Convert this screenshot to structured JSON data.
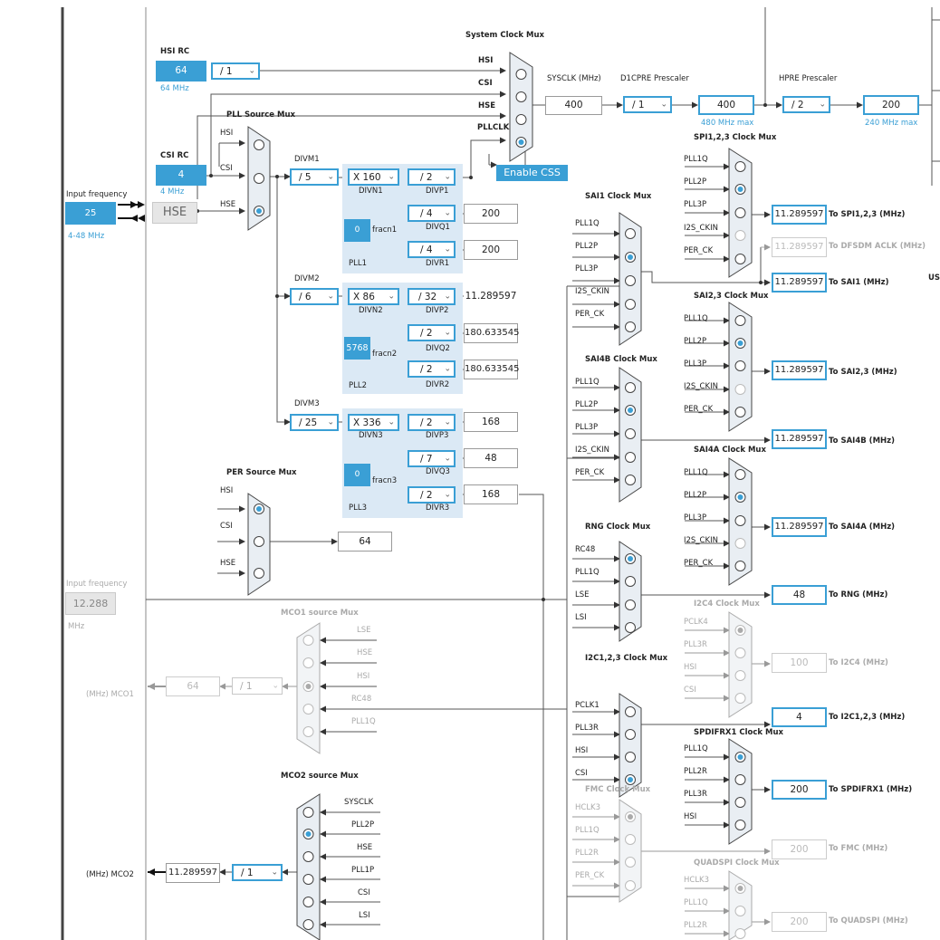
{
  "colors": {
    "accent": "#3a9fd5",
    "pll_bg": "#dbe9f5",
    "disabled": "#aaaaaa"
  },
  "sources": {
    "hsi_rc": {
      "label": "HSI RC",
      "value": "64",
      "freq": "64 MHz",
      "divider": "/ 1"
    },
    "csi_rc": {
      "label": "CSI RC",
      "value": "4",
      "freq": "4 MHz"
    },
    "hse": {
      "input_label": "Input frequency",
      "value": "25",
      "range": "4-48 MHz",
      "button": "HSE"
    },
    "ext_input": {
      "label": "Input frequency",
      "value": "12.288",
      "unit": "MHz"
    }
  },
  "system_mux": {
    "title": "System Clock Mux",
    "inputs": [
      "HSI",
      "CSI",
      "HSE",
      "PLLCLK"
    ],
    "enable_css": "Enable CSS"
  },
  "system_chain": {
    "sysclk_label": "SYSCLK (MHz)",
    "sysclk_value": "400",
    "d1cpre_label": "D1CPRE Prescaler",
    "d1cpre_value": "/ 1",
    "cpu_value": "400",
    "cpu_max": "480 MHz max",
    "hpre_label": "HPRE Prescaler",
    "hpre_value": "/ 2",
    "hclk_value": "200",
    "hclk_max": "240 MHz max"
  },
  "pll_mux": {
    "title": "PLL Source Mux",
    "inputs": [
      "HSI",
      "CSI",
      "HSE"
    ]
  },
  "pll1": {
    "divm_label": "DIVM1",
    "divm": "/ 5",
    "divn": "X 160",
    "divn_label": "DIVN1",
    "fracn": "0",
    "fracn_label": "fracn1",
    "name": "PLL1",
    "divp": "/ 2",
    "divp_label": "DIVP1",
    "divq": "/ 4",
    "divq_label": "DIVQ1",
    "divq_out": "200",
    "divr": "/ 4",
    "divr_label": "DIVR1",
    "divr_out": "200"
  },
  "pll2": {
    "divm_label": "DIVM2",
    "divm": "/ 6",
    "divn": "X 86",
    "divn_label": "DIVN2",
    "fracn": "5768",
    "fracn_label": "fracn2",
    "name": "PLL2",
    "divp": "/ 32",
    "divp_label": "DIVP2",
    "divp_out": "11.289597",
    "divq": "/ 2",
    "divq_label": "DIVQ2",
    "divq_out": "180.633545",
    "divr": "/ 2",
    "divr_label": "DIVR2",
    "divr_out": "180.633545"
  },
  "pll3": {
    "divm_label": "DIVM3",
    "divm": "/ 25",
    "divn": "X 336",
    "divn_label": "DIVN3",
    "fracn": "0",
    "fracn_label": "fracn3",
    "name": "PLL3",
    "divp": "/ 2",
    "divp_label": "DIVP3",
    "divp_out": "168",
    "divq": "/ 7",
    "divq_label": "DIVQ3",
    "divq_out": "48",
    "divr": "/ 2",
    "divr_label": "DIVR3",
    "divr_out": "168"
  },
  "per_mux": {
    "title": "PER Source Mux",
    "inputs": [
      "HSI",
      "CSI",
      "HSE"
    ],
    "output": "64"
  },
  "mco1": {
    "title": "MCO1 source Mux",
    "inputs": [
      "LSE",
      "HSE",
      "HSI",
      "RC48",
      "PLL1Q"
    ],
    "value": "64",
    "divider": "/ 1",
    "label": "(MHz) MCO1"
  },
  "mco2": {
    "title": "MCO2 source Mux",
    "inputs": [
      "SYSCLK",
      "PLL2P",
      "HSE",
      "PLL1P",
      "CSI",
      "LSI"
    ],
    "value": "11.289597",
    "divider": "/ 1",
    "label": "(MHz) MCO2"
  },
  "sai1": {
    "title": "SAI1 Clock Mux",
    "inputs": [
      "PLL1Q",
      "PLL2P",
      "PLL3P",
      "I2S_CKIN",
      "PER_CK"
    ]
  },
  "sai4b": {
    "title": "SAI4B Clock Mux",
    "inputs": [
      "PLL1Q",
      "PLL2P",
      "PLL3P",
      "I2S_CKIN",
      "PER_CK"
    ]
  },
  "rng": {
    "title": "RNG Clock Mux",
    "inputs": [
      "RC48",
      "PLL1Q",
      "LSE",
      "LSI"
    ]
  },
  "i2c123": {
    "title": "I2C1,2,3 Clock Mux",
    "inputs": [
      "PCLK1",
      "PLL3R",
      "HSI",
      "CSI"
    ]
  },
  "fmc": {
    "title": "FMC Clock Mux",
    "inputs": [
      "HCLK3",
      "PLL1Q",
      "PLL2R",
      "PER_CK"
    ]
  },
  "spi123": {
    "title": "SPI1,2,3 Clock Mux",
    "inputs": [
      "PLL1Q",
      "PLL2P",
      "PLL3P",
      "I2S_CKIN",
      "PER_CK"
    ]
  },
  "sai23": {
    "title": "SAI2,3 Clock Mux",
    "inputs": [
      "PLL1Q",
      "PLL2P",
      "PLL3P",
      "I2S_CKIN",
      "PER_CK"
    ]
  },
  "sai4a": {
    "title": "SAI4A Clock Mux",
    "inputs": [
      "PLL1Q",
      "PLL2P",
      "PLL3P",
      "I2S_CKIN",
      "PER_CK"
    ]
  },
  "i2c4": {
    "title": "I2C4 Clock Mux",
    "inputs": [
      "PCLK4",
      "PLL3R",
      "HSI",
      "CSI"
    ]
  },
  "spdif": {
    "title": "SPDIFRX1 Clock Mux",
    "inputs": [
      "PLL1Q",
      "PLL2R",
      "PLL3R",
      "HSI"
    ]
  },
  "qspi": {
    "title": "QUADSPI Clock Mux",
    "inputs": [
      "HCLK3",
      "PLL1Q",
      "PLL2R"
    ]
  },
  "outputs": {
    "spi123": {
      "value": "11.289597",
      "label": "To SPI1,2,3 (MHz)"
    },
    "dfsdm": {
      "value": "11.289597",
      "label": "To DFSDM ACLK (MHz)"
    },
    "sai1": {
      "value": "11.289597",
      "label": "To SAI1 (MHz)"
    },
    "sai23": {
      "value": "11.289597",
      "label": "To SAI2,3 (MHz)"
    },
    "sai4b": {
      "value": "11.289597",
      "label": "To SAI4B (MHz)"
    },
    "sai4a": {
      "value": "11.289597",
      "label": "To SAI4A (MHz)"
    },
    "rng": {
      "value": "48",
      "label": "To RNG (MHz)"
    },
    "i2c4": {
      "value": "100",
      "label": "To I2C4 (MHz)"
    },
    "i2c123": {
      "value": "4",
      "label": "To I2C1,2,3 (MHz)"
    },
    "spdif": {
      "value": "200",
      "label": "To SPDIFRX1 (MHz)"
    },
    "fmc": {
      "value": "200",
      "label": "To FMC (MHz)"
    },
    "qspi": {
      "value": "200",
      "label": "To QUADSPI (MHz)"
    }
  },
  "edge_text": "US"
}
